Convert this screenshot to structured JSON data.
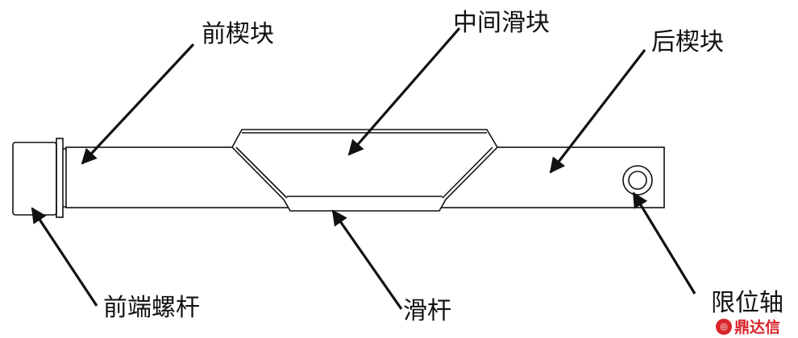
{
  "labels": {
    "front_wedge": "前楔块",
    "middle_slider": "中间滑块",
    "rear_wedge": "后楔块",
    "front_screw": "前端螺杆",
    "slide_rod": "滑杆",
    "limit_shaft": "限位轴"
  },
  "watermark": {
    "text": "鼎达信"
  },
  "colors": {
    "stroke": "#111111",
    "watermark": "#d9262b"
  }
}
